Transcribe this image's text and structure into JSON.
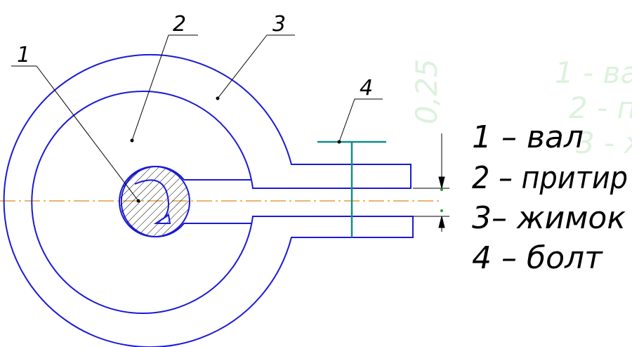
{
  "leaders": [
    {
      "num": "1"
    },
    {
      "num": "2"
    },
    {
      "num": "3"
    },
    {
      "num": "4"
    }
  ],
  "legend": [
    "1 – вал",
    "2 – притир",
    "3– жимок",
    "4 – болт"
  ],
  "colors": {
    "outline": "#1a1ad6",
    "bolt": "#138a8a",
    "axis": "#d68a1a",
    "leader": "#000000",
    "ghost": "#d9f1da"
  }
}
